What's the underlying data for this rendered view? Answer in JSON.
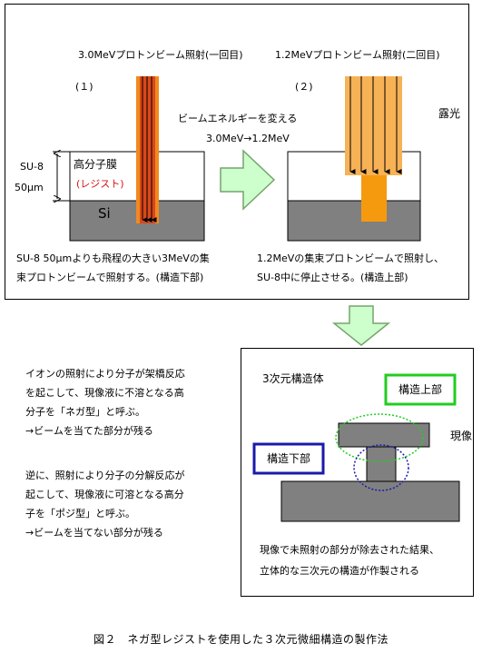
{
  "top_panel": {
    "beam1_label": "3.0MeVプロトンビーム照射(一回目)",
    "beam2_label": "1.2MeVプロトンビーム照射(二回目)",
    "step1": "(１)",
    "step2": "(２)",
    "energy_change_line1": "ビームエネルギーを変える",
    "energy_change_line2": "3.0MeV→1.2MeV",
    "exposure_label": "露光",
    "su8_label": "SU-8",
    "thickness_label": "50μm",
    "polymer_label": "高分子膜",
    "resist_label": "(レジスト)",
    "si_label": "Si",
    "desc1_line1": "SU-8  50μmよりも飛程の大きい3MeVの集",
    "desc1_line2": "束プロトンビームで照射する。(構造下部)",
    "desc2_line1": "1.2MeVの集束プロトンビームで照射し、",
    "desc2_line2": "SU-8中に停止させる。(構造上部)"
  },
  "bottom_panel": {
    "structure_title": "3次元構造体",
    "upper_label": "構造上部",
    "lower_label": "構造下部",
    "develop_label": "現像",
    "result_line1": "現像で未照射の部分が除去された結果、",
    "result_line2": "立体的な三次元の構造が作製される"
  },
  "explanation": {
    "nega_lines": [
      "イオンの照射により分子が架橋反応",
      "を起こして、現像液に不溶となる高",
      "分子を「ネガ型」と呼ぶ。",
      "→ビームを当てた部分が残る"
    ],
    "posi_lines": [
      "逆に、照射により分子の分解反応が",
      "起こして、現像液に可溶となる高分",
      "子を「ポジ型」と呼ぶ。",
      "→ビームを当てない部分が残る"
    ]
  },
  "caption": "図２　ネガ型レジストを使用した３次元微細構造の製作法",
  "colors": {
    "beam1_outer": "#f28a1e",
    "beam1_inner": "#d9481a",
    "beam2": "#f7b256",
    "deposit": "#f59a0e",
    "substrate": "#808080",
    "arrow_fill": "#ccffcc",
    "arrow_stroke": "#77a36b",
    "upper_box": "#22cc22",
    "lower_box": "#1a1aaa"
  }
}
